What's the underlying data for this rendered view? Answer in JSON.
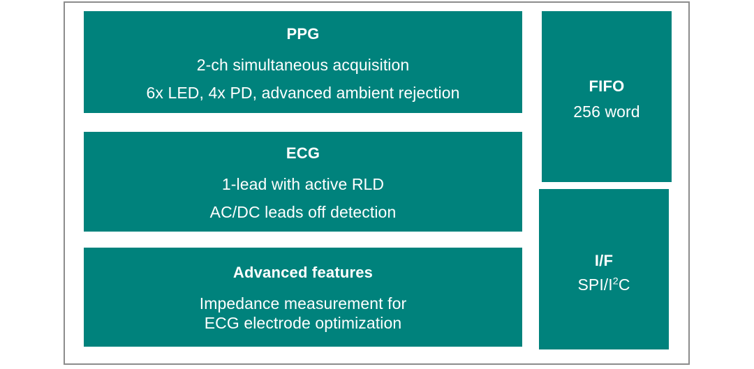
{
  "theme": {
    "block_color": "#00827c",
    "block_text_color": "#ffffff",
    "frame_border_color": "#8c8c8c",
    "background": "#ffffff"
  },
  "diagram": {
    "left_column": [
      {
        "id": "ppg",
        "title": "PPG",
        "lines": [
          "2-ch simultaneous acquisition",
          "6x LED, 4x PD, advanced ambient rejection"
        ]
      },
      {
        "id": "ecg",
        "title": "ECG",
        "lines": [
          "1-lead with active RLD",
          "AC/DC leads off detection"
        ]
      },
      {
        "id": "advanced-features",
        "title": "Advanced features",
        "lines": [
          "Impedance measurement for",
          "ECG electrode optimization"
        ]
      }
    ],
    "right_column": [
      {
        "id": "fifo",
        "title": "FIFO",
        "lines": [
          "256 word"
        ]
      },
      {
        "id": "interface",
        "title": "I/F",
        "lines_html": [
          "SPI/I<sup>2</sup>C"
        ],
        "lines_text": [
          "SPI/I2C"
        ]
      }
    ]
  }
}
